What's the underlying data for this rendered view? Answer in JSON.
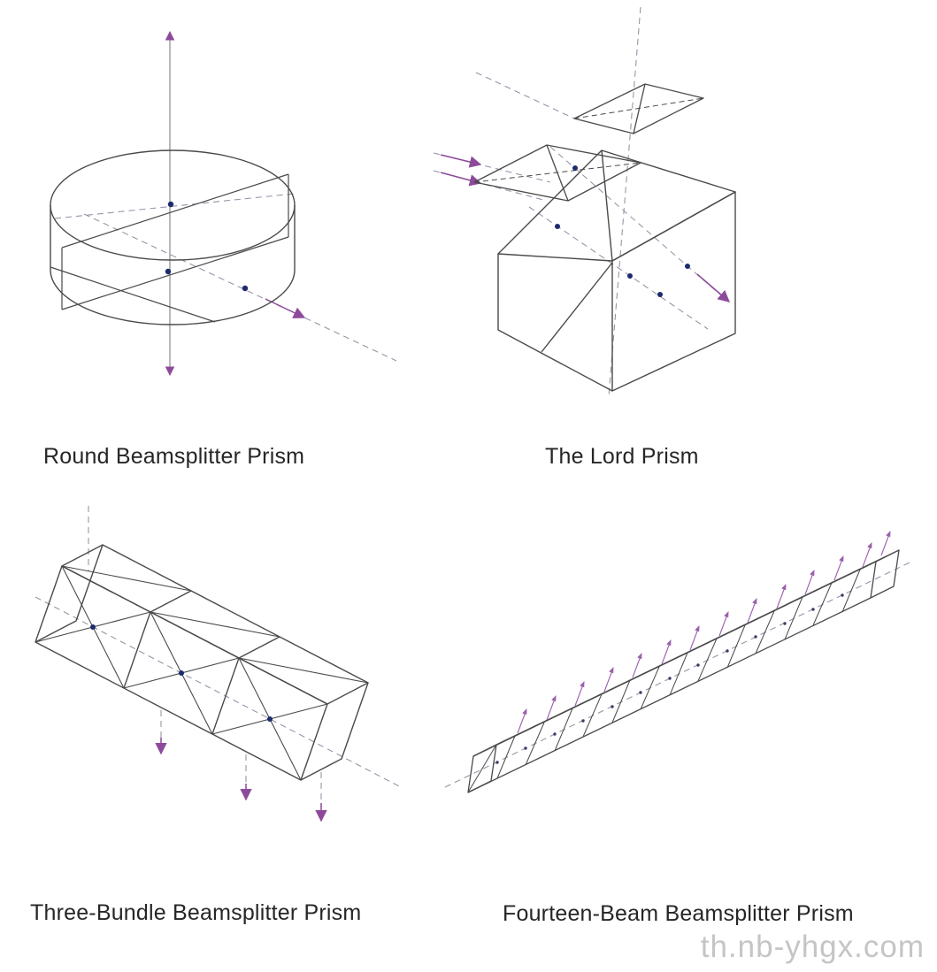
{
  "figures": [
    {
      "label": "Round Beamsplitter Prism"
    },
    {
      "label": "The Lord Prism"
    },
    {
      "label": "Three-Bundle Beamsplitter Prism"
    },
    {
      "label": "Fourteen-Beam Beamsplitter Prism"
    }
  ],
  "watermark": {
    "text": "th.nb-yhgx.com"
  },
  "colors": {
    "outline": "#4a4a4a",
    "beam_arrow": "#8d4a9b",
    "small_arrow": "#9b5fae",
    "dashed_line": "#9a93a8",
    "dot": "#1c2b6e",
    "label_text": "#262626",
    "watermark": "#c5c5c5",
    "background": "#ffffff"
  }
}
